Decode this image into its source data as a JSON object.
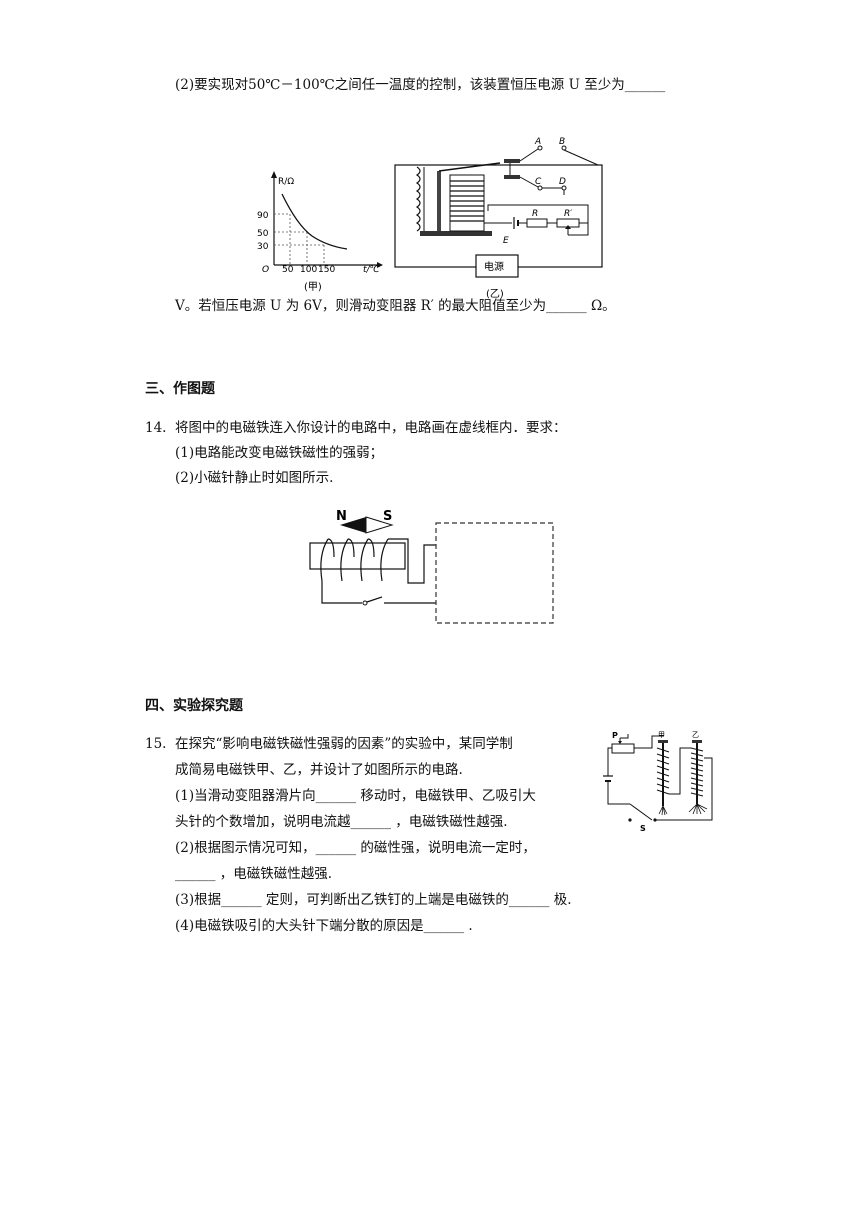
{
  "q13": {
    "part2_line1": "(2)要实现对50℃－100℃之间任一温度的控制，该装置恒压电源 U 至少为______",
    "part2_line2": "V。若恒压电源 U 为 6V，则滑动变阻器 R′ 的最大阻值至少为______ Ω。",
    "fig_jia": {
      "y_axis_label": "R/Ω",
      "x_axis_label": "t/℃",
      "y_ticks": [
        "90",
        "50",
        "30"
      ],
      "x_ticks": [
        "50",
        "100",
        "150"
      ],
      "origin": "O",
      "caption": "(甲)"
    },
    "fig_yi": {
      "labels": [
        "A",
        "B",
        "C",
        "D",
        "R",
        "R′",
        "E"
      ],
      "power_label": "电源",
      "caption": "(乙)"
    }
  },
  "section3": {
    "title": "三、作图题"
  },
  "q14": {
    "number": "14.",
    "stem": "将图中的电磁铁连入你设计的电路中，电路画在虚线框内．要求：",
    "req1": "(1)电路能改变电磁铁磁性的强弱；",
    "req2": "(2)小磁针静止时如图所示.",
    "fig": {
      "north": "N",
      "south": "S"
    }
  },
  "section4": {
    "title": "四、实验探究题"
  },
  "q15": {
    "number": "15.",
    "stem_line1": "在探究“影响电磁铁磁性强弱的因素”的实验中，某同学制",
    "stem_line2": "成简易电磁铁甲、乙，并设计了如图所示的电路.",
    "p1_line1": "(1)当滑动变阻器滑片向______ 移动时，电磁铁甲、乙吸引大",
    "p1_line2": "头针的个数增加，说明电流越______ ，电磁铁磁性越强.",
    "p2_line1": "(2)根据图示情况可知，______ 的磁性强，说明电流一定时，",
    "p2_line2": "______ ，电磁铁磁性越强.",
    "p3": "(3)根据______ 定则，可判断出乙铁钉的上端是电磁铁的______ 极.",
    "p4": "(4)电磁铁吸引的大头针下端分散的原因是______ .",
    "fig": {
      "labels": [
        "P",
        "甲",
        "乙",
        "S"
      ]
    }
  }
}
